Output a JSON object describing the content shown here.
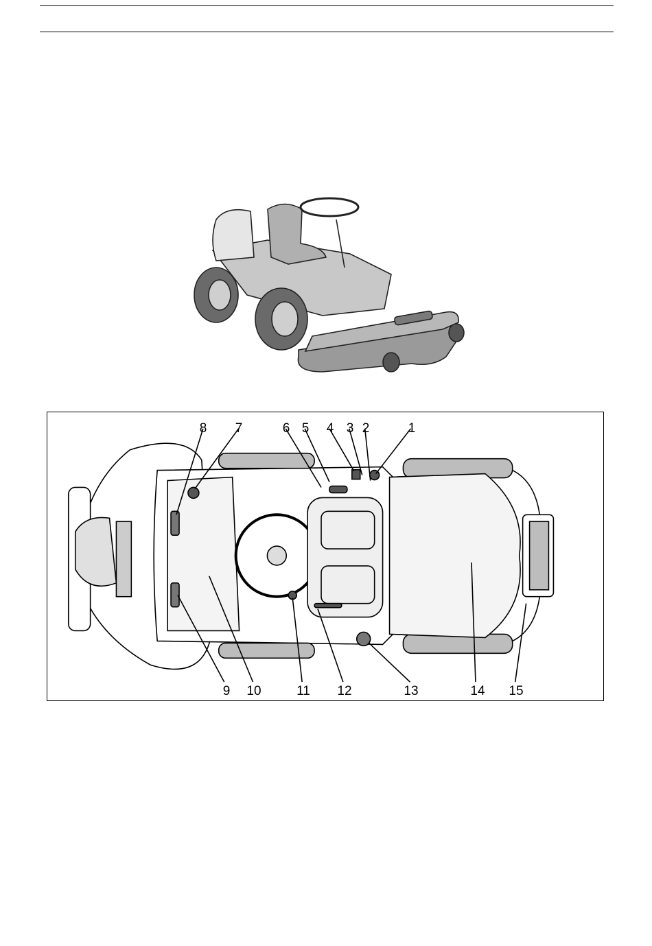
{
  "page": {
    "background": "#ffffff",
    "ink": "#000000"
  },
  "figure": {
    "callouts_top": [
      "8",
      "7",
      "6",
      "5",
      "4",
      "3",
      "2",
      "1"
    ],
    "callouts_bottom": [
      "9",
      "10",
      "11",
      "12",
      "13",
      "14",
      "15"
    ],
    "icons": [
      "lawn-mower-perspective-illustration",
      "lawn-mower-top-view-diagram"
    ]
  }
}
